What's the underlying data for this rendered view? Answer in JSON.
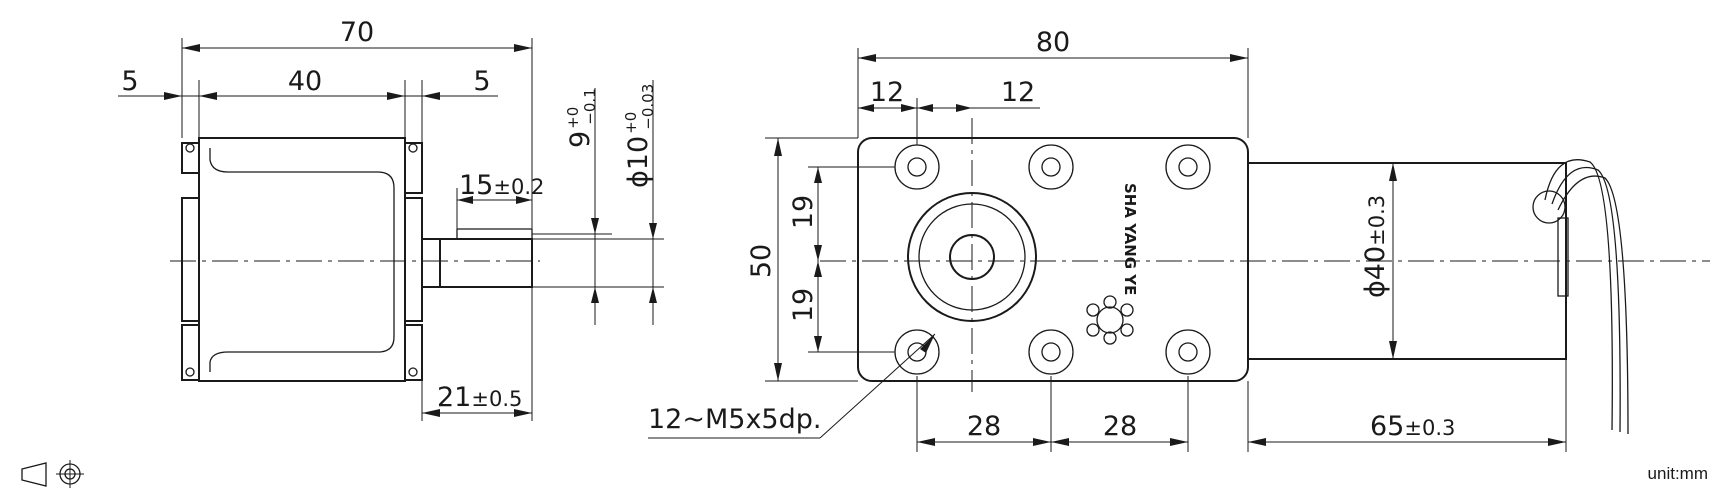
{
  "side_view": {
    "overall_length": "70",
    "flange_left": "5",
    "body_length": "40",
    "flange_right": "5",
    "shaft_flat_length": "15",
    "shaft_flat_tol": "±0.2",
    "shaft_length": "21",
    "shaft_length_tol": "±0.5",
    "flat_size": "9",
    "flat_size_tol_upper": "+0",
    "flat_size_tol_lower": "−0.1",
    "shaft_dia": "ϕ10",
    "shaft_dia_tol_upper": "+0",
    "shaft_dia_tol_lower": "−0.03"
  },
  "front_view": {
    "width": "80",
    "hole_offset_left": "12",
    "hole_offset_center": "12",
    "height": "50",
    "upper_spacing": "19",
    "lower_spacing": "19",
    "hole_spacing_1": "28",
    "hole_spacing_2": "28",
    "hole_callout": "12~M5x5dp.",
    "brand": "SHA YANG YE"
  },
  "motor": {
    "diameter": "ϕ40",
    "diameter_tol": "±0.3",
    "length": "65",
    "length_tol": "±0.3"
  },
  "footer": {
    "projection_symbol": "third-angle-projection-icon",
    "units": "unit:mm"
  }
}
